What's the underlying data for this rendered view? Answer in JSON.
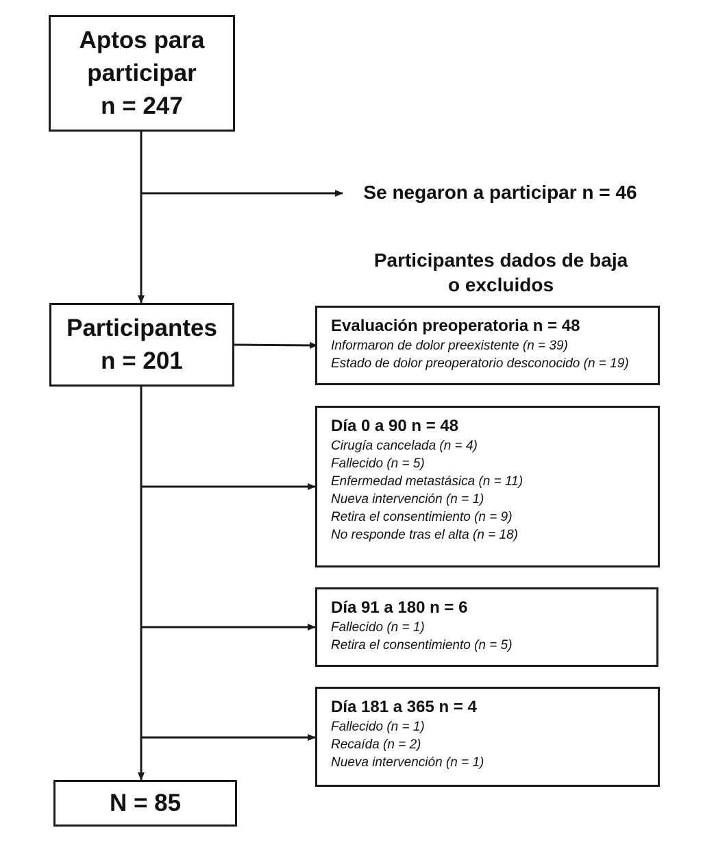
{
  "eligible": {
    "title_line1": "Aptos para",
    "title_line2": "participar",
    "count": "n = 247"
  },
  "declined": {
    "label": "Se negaron a participar n = 46"
  },
  "withdrawn_heading": {
    "line1": "Participantes dados de baja",
    "line2": "o excluidos"
  },
  "participants": {
    "title": "Participantes",
    "count": "n = 201"
  },
  "stages": [
    {
      "title": "Evaluación preoperatoria n = 48",
      "items": [
        "Informaron de dolor preexistente (n = 39)",
        "Estado de dolor preoperatorio desconocido (n = 19)"
      ]
    },
    {
      "title": "Día 0 a 90 n = 48",
      "items": [
        "Cirugía cancelada (n = 4)",
        "Fallecido (n = 5)",
        "Enfermedad metastásica (n = 11)",
        "Nueva intervención (n = 1)",
        "Retira el consentimiento (n = 9)",
        "No responde tras el alta (n = 18)"
      ]
    },
    {
      "title": "Día 91 a 180 n = 6",
      "items": [
        "Fallecido (n = 1)",
        "Retira el consentimiento (n = 5)"
      ]
    },
    {
      "title": "Día 181 a 365 n = 4",
      "items": [
        "Fallecido (n = 1)",
        "Recaída (n = 2)",
        "Nueva intervención (n = 1)"
      ]
    }
  ],
  "final": {
    "count": "N = 85"
  }
}
